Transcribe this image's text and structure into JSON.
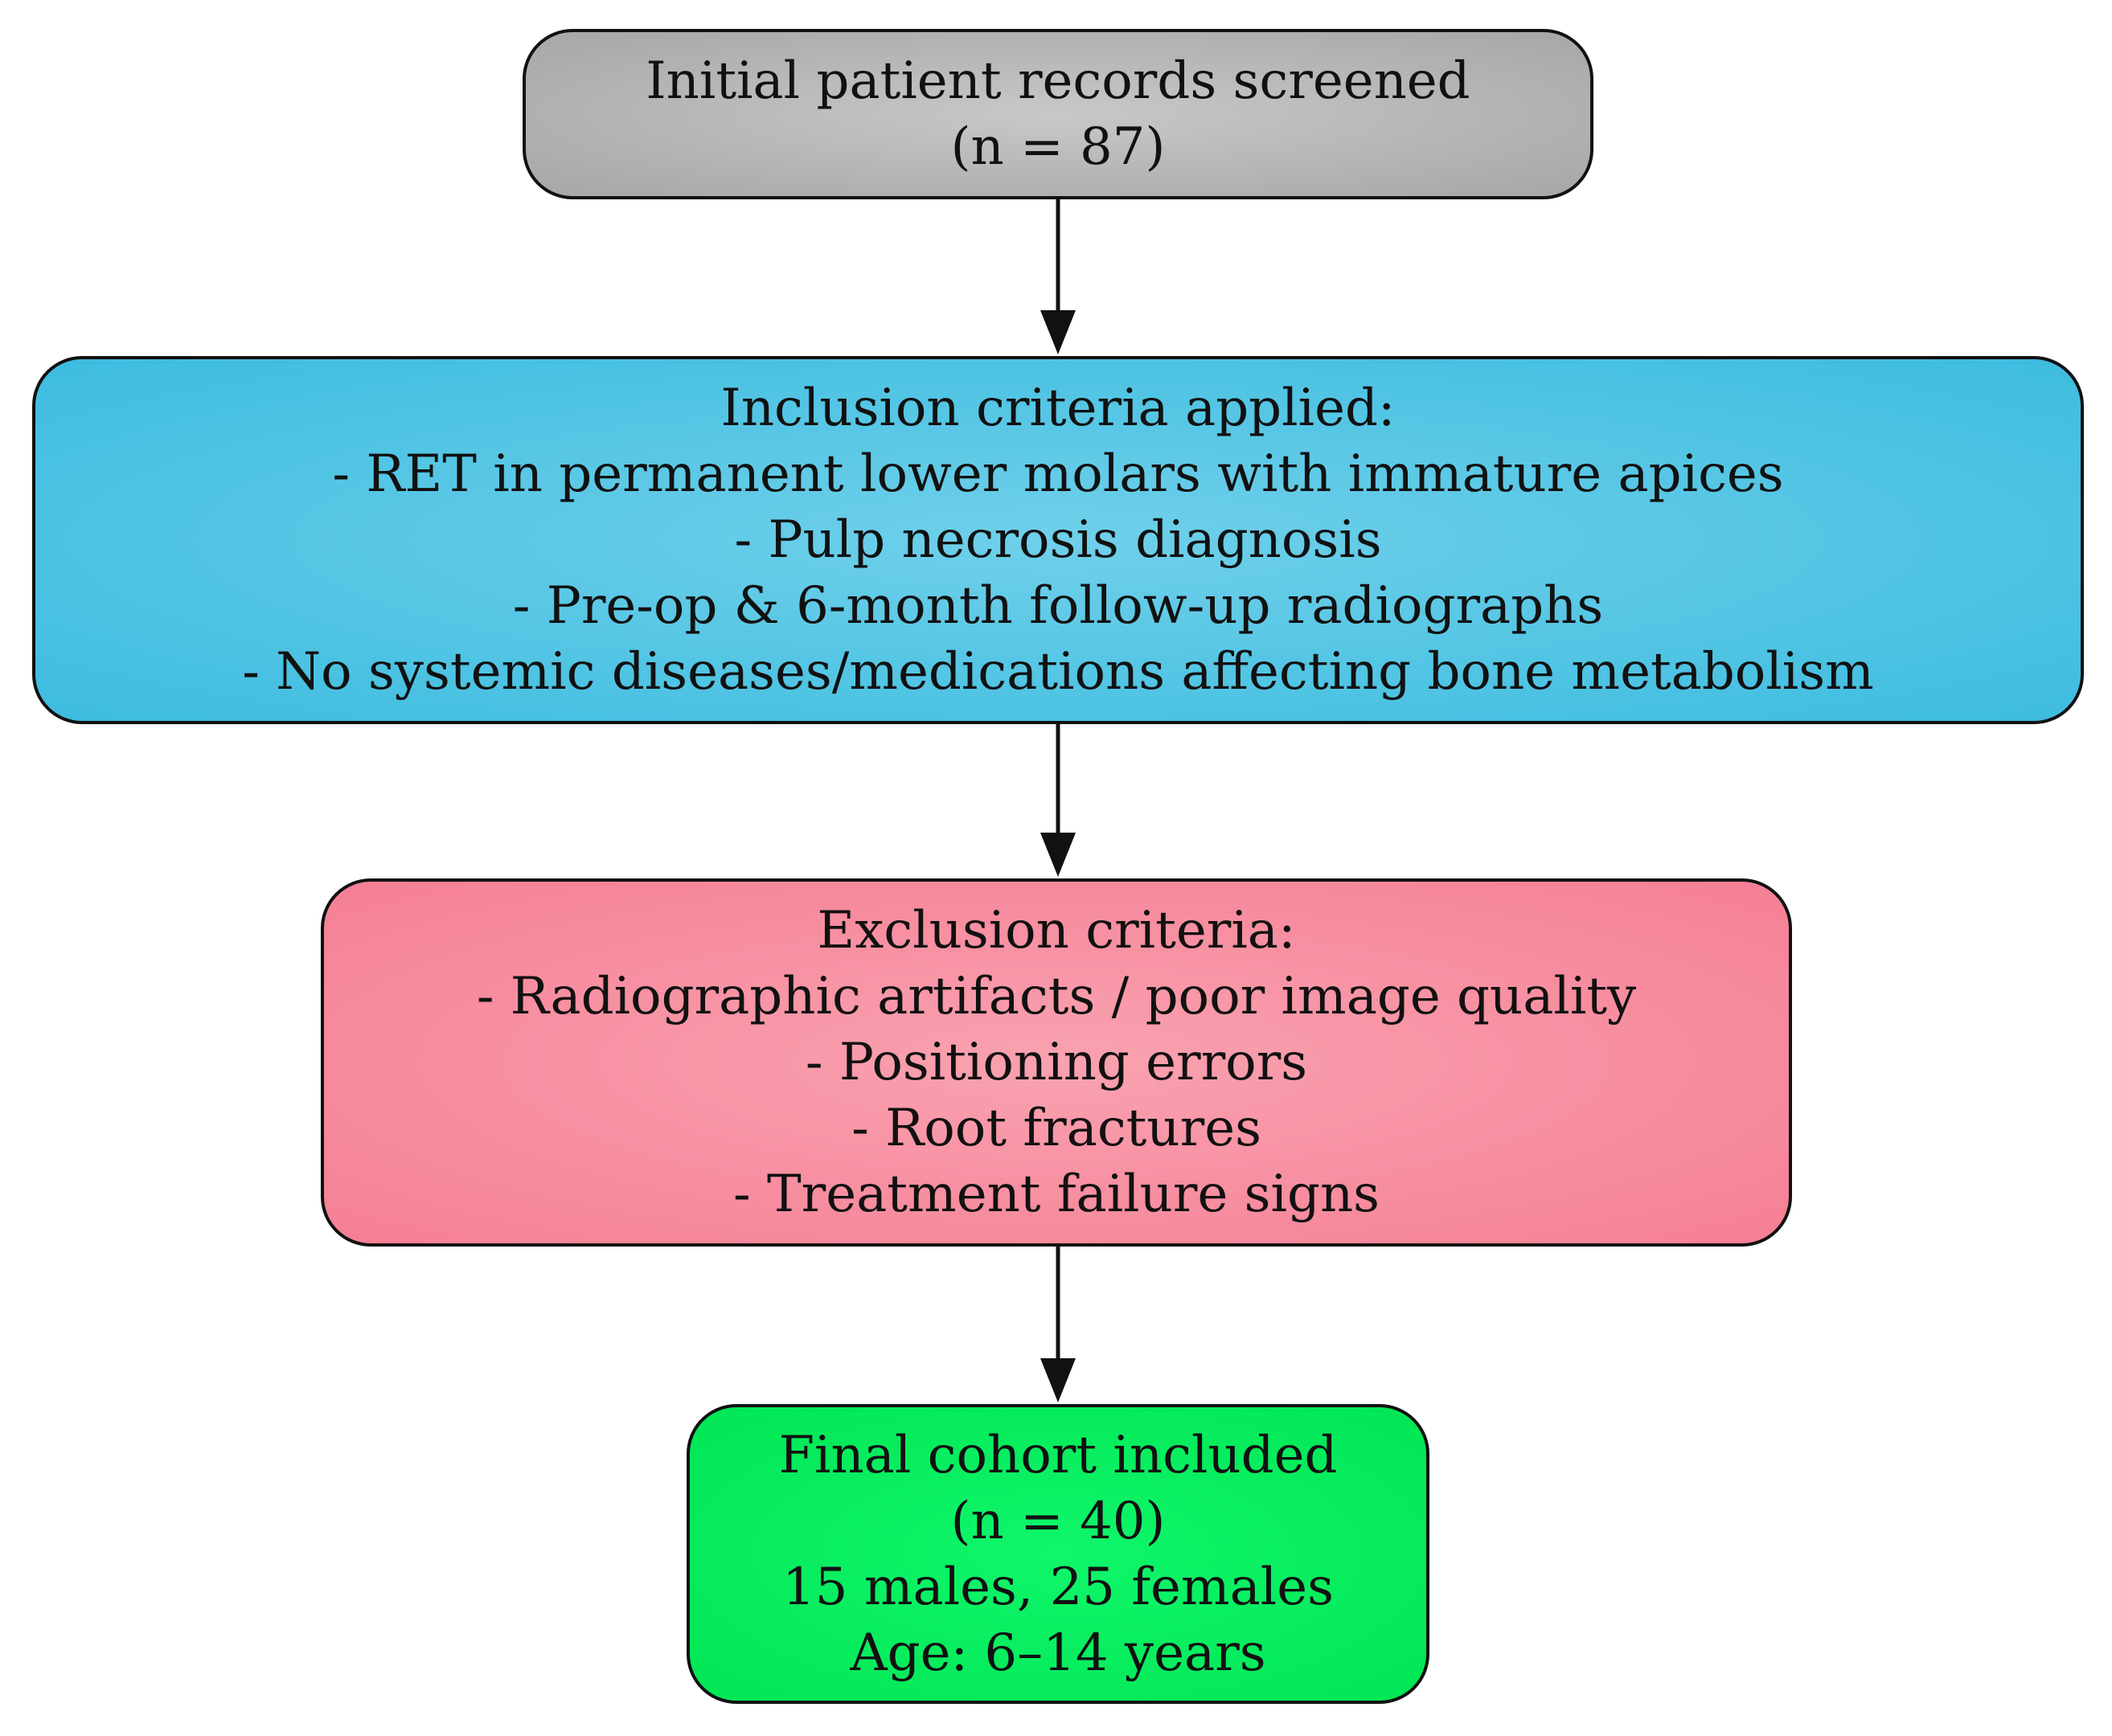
{
  "nodes": {
    "screened": {
      "lines": [
        "Initial patient records screened",
        "(n = 87)"
      ],
      "fill_light": "#c8c8c8",
      "fill_dark": "#a6a6a6"
    },
    "inclusion": {
      "lines": [
        "Inclusion criteria applied:",
        "- RET in permanent lower molars with immature apices",
        "- Pulp necrosis diagnosis",
        "- Pre-op & 6-month follow-up radiographs",
        "- No systemic diseases/medications affecting bone metabolism"
      ],
      "fill_light": "#6fd0ea",
      "fill_dark": "#3dbcdf"
    },
    "exclusion": {
      "lines": [
        "Exclusion criteria:",
        "- Radiographic artifacts / poor image quality",
        "- Positioning errors",
        "- Root fractures",
        "- Treatment failure signs"
      ],
      "fill_light": "#f9a2b0",
      "fill_dark": "#f57f94"
    },
    "final": {
      "lines": [
        "Final cohort included",
        "(n = 40)",
        "15 males, 25 females",
        "Age: 6–14 years"
      ],
      "fill_light": "#10f66b",
      "fill_dark": "#00e654"
    }
  },
  "edges": [
    {
      "from": "screened",
      "to": "inclusion"
    },
    {
      "from": "inclusion",
      "to": "exclusion"
    },
    {
      "from": "exclusion",
      "to": "final"
    }
  ],
  "colors": {
    "border": "#111111",
    "text": "#111111",
    "arrow": "#111111",
    "background": "#ffffff"
  }
}
